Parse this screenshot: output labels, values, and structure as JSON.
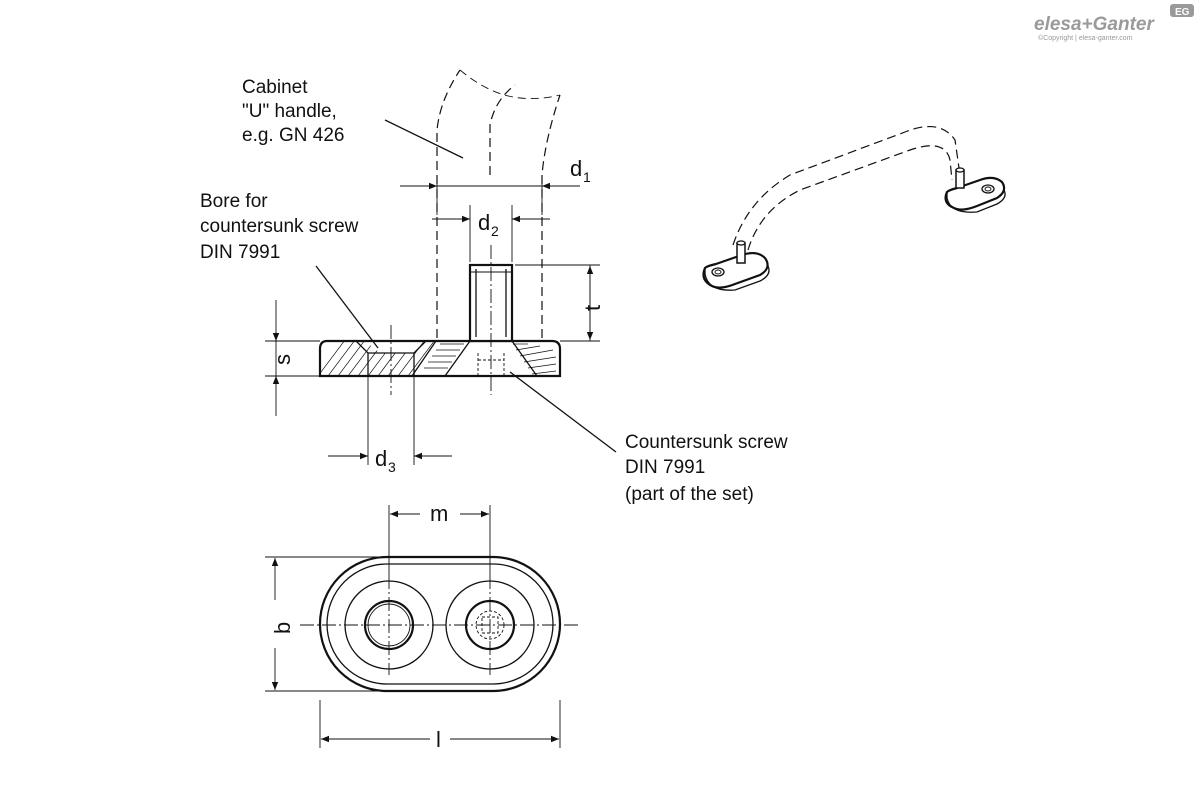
{
  "brand": {
    "name": "elesa+Ganter",
    "copyright": "©Copyright | elesa-ganter.com",
    "badge": "EG"
  },
  "labels": {
    "handle": [
      "Cabinet",
      "\"U\" handle,",
      "e.g. GN 426"
    ],
    "bore": [
      "Bore for",
      "countersunk screw",
      "DIN 7991"
    ],
    "screw": [
      "Countersunk screw",
      "DIN 7991",
      "(part of the set)"
    ]
  },
  "dimensions": {
    "d1": {
      "base": "d",
      "sub": "1"
    },
    "d2": {
      "base": "d",
      "sub": "2"
    },
    "d3": {
      "base": "d",
      "sub": "3"
    },
    "t": "t",
    "s": "s",
    "m": "m",
    "b": "b",
    "l": "l"
  }
}
